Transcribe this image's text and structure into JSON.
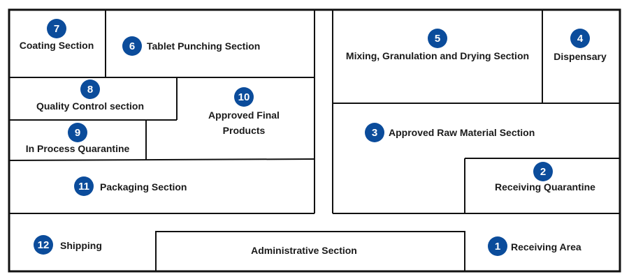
{
  "colors": {
    "badge": "#0B4C9B",
    "badge_text": "#FFFFFF",
    "walls": "#111111",
    "background": "#FFFFFF"
  },
  "sections": [
    {
      "id": "receiving-area",
      "number": "1",
      "label": "Receiving Area"
    },
    {
      "id": "receiving-quarantine",
      "number": "2",
      "label": "Receiving Quarantine"
    },
    {
      "id": "approved-raw-material",
      "number": "3",
      "label": "Approved Raw Material Section"
    },
    {
      "id": "dispensary",
      "number": "4",
      "label": "Dispensary"
    },
    {
      "id": "mixing-granulation-drying",
      "number": "5",
      "label": "Mixing, Granulation and Drying Section"
    },
    {
      "id": "tablet-punching",
      "number": "6",
      "label": "Tablet Punching Section"
    },
    {
      "id": "coating",
      "number": "7",
      "label": "Coating Section"
    },
    {
      "id": "quality-control",
      "number": "8",
      "label": "Quality Control section"
    },
    {
      "id": "in-process-quarantine",
      "number": "9",
      "label": "In Process Quarantine"
    },
    {
      "id": "approved-final-products",
      "number": "10",
      "label_line1": "Approved Final",
      "label_line2": "Products"
    },
    {
      "id": "packaging",
      "number": "11",
      "label": "Packaging Section"
    },
    {
      "id": "shipping",
      "number": "12",
      "label": "Shipping"
    },
    {
      "id": "administrative",
      "label": "Administrative Section"
    }
  ]
}
